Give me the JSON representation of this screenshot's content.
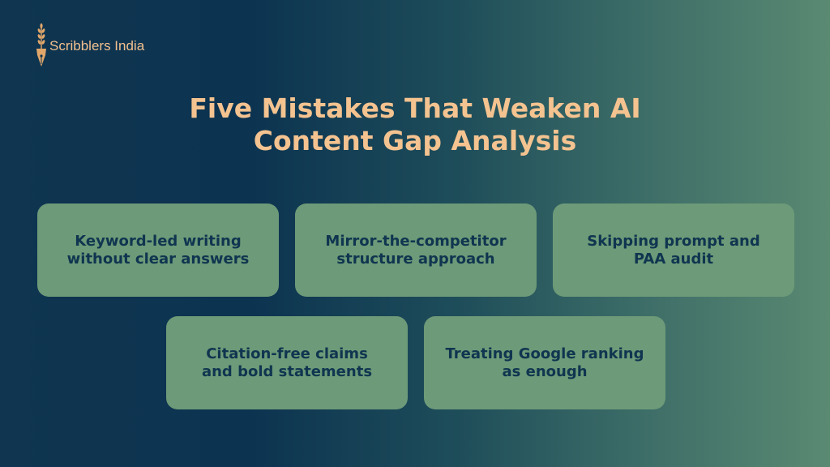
{
  "brand": {
    "name": "Scribblers India",
    "icon": "pen-nib-wheat-icon"
  },
  "title": {
    "line1": "Five Mistakes That Weaken AI",
    "line2": "Content Gap Analysis"
  },
  "cards": [
    {
      "line1": "Keyword-led writing",
      "line2": "without clear answers"
    },
    {
      "line1": "Mirror-the-competitor",
      "line2": "structure approach"
    },
    {
      "line1": "Skipping prompt and",
      "line2": "PAA audit"
    },
    {
      "line1": "Citation-free claims",
      "line2": "and bold statements"
    },
    {
      "line1": "Treating Google ranking",
      "line2": "as enough"
    }
  ],
  "colors": {
    "background_dark": "#0c3350",
    "background_light": "#5a8a72",
    "accent": "#f4c390",
    "card": "#6d9a78",
    "card_text": "#0f3550"
  }
}
